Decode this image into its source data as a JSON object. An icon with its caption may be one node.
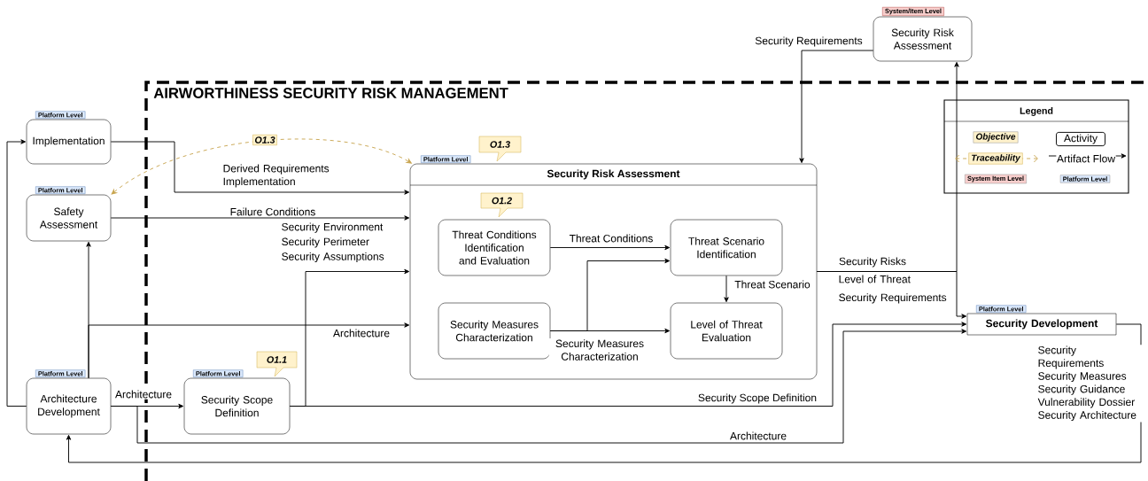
{
  "diagram": {
    "nodes": [
      {
        "text": [
          "AIRWORTHINESS SECURITY RISK MANAGEMENT"
        ]
      },
      {
        "text": [
          "Implementation"
        ],
        "beside": [
          "Platform Level"
        ]
      },
      {
        "text": [
          "Safety Assessment"
        ],
        "beside": [
          "Platform Level"
        ]
      },
      {
        "text": [
          "Architecture Development"
        ],
        "beside": [
          "Platform Level"
        ]
      },
      {
        "text": [
          "Security Scope Definition"
        ],
        "beside": [
          "Platform Level"
        ],
        "in": 0
      },
      {
        "text": [
          "O1.1"
        ],
        "in": 0
      },
      {
        "text": [
          "Security Risk Assessment"
        ],
        "beside": [
          "Platform Level"
        ],
        "in": 0
      },
      {
        "text": [
          "O1.3"
        ],
        "in": 0
      },
      {
        "text": [
          "Threat Conditions Identification and Evaluation"
        ],
        "in": 6
      },
      {
        "text": [
          "O1.2"
        ],
        "in": 6
      },
      {
        "text": [
          "Threat Scenario Identification"
        ],
        "in": 6
      },
      {
        "text": [
          "Security Measures Characterization"
        ],
        "in": 6
      },
      {
        "text": [
          "Level of Threat Evaluation"
        ],
        "in": 6
      },
      {
        "text": [
          "Security Risk Assessment"
        ],
        "beside": [
          "System/Item Level"
        ]
      },
      {
        "text": [
          "Security Development"
        ],
        "beside": [
          "Platform Level"
        ],
        "in": 0
      }
    ],
    "edges": [
      {
        "from": 3,
        "to": 1,
        "arrow": "to"
      },
      {
        "from": 3,
        "to": 2,
        "arrow": "to"
      },
      {
        "from": 3,
        "to": 6,
        "arrow": "to",
        "label": "Architecture"
      },
      {
        "from": 3,
        "to": 4,
        "arrow": "to",
        "label": "Architecture"
      },
      {
        "from": 3,
        "to": 14,
        "arrow": "to",
        "label": "Architecture"
      },
      {
        "from": 14,
        "to": 3,
        "arrow": "to",
        "label": "Security Requirements Security Measures Security Guidance Vulnerability Dossier Security Architecture"
      },
      {
        "from": 1,
        "to": 6,
        "arrow": "to",
        "label": "Derived Requirements Implementation"
      },
      {
        "from": 2,
        "to": 6,
        "arrow": "to",
        "label": "Failure Conditions"
      },
      {
        "from": 4,
        "to": 6,
        "arrow": "to",
        "label": "Security Environment Security Perimeter Security Assumptions"
      },
      {
        "from": 4,
        "to": 14,
        "arrow": "to",
        "label": "Security Scope Definition"
      },
      {
        "from": 13,
        "to": 6,
        "arrow": "to",
        "label": "Security Requirements"
      },
      {
        "from": 6,
        "to": 13,
        "arrow": "to",
        "label": "Security Risks"
      },
      {
        "from": 6,
        "to": 14,
        "arrow": "to",
        "label": "Level of Threat Security Requirements"
      },
      {
        "from": 2,
        "to": 6,
        "arrow": "both",
        "style": "dashed",
        "color": "#c8a550",
        "label": "O1.3"
      },
      {
        "from": 8,
        "to": 10,
        "arrow": "to",
        "label": "Threat Conditions"
      },
      {
        "from": 11,
        "to": 10,
        "arrow": "to"
      },
      {
        "from": 11,
        "to": 12,
        "arrow": "to",
        "label": "Security Measures Characterization"
      },
      {
        "from": 10,
        "to": 12,
        "arrow": "to",
        "label": "Threat Scenario"
      }
    ],
    "labels": [
      "Legend"
    ],
    "legend": [
      {
        "text": "Objective",
        "color": "#fff2cc"
      },
      {
        "text": "Activity"
      },
      {
        "text": "Traceability"
      },
      {
        "text": "Artifact Flow"
      },
      {
        "text": "System Item Level",
        "color": "#f8cecc"
      },
      {
        "text": "Platform Level",
        "color": "#dae8fc"
      }
    ]
  }
}
